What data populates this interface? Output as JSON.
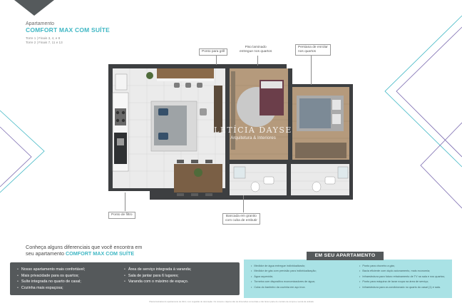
{
  "header": {
    "type": "Apartamento",
    "name": "COMFORT MAX COM SUÍTE",
    "tower1": "Torre 1 | Finais 3, 4, e 8",
    "tower2": "Torre 2 | Finais 7, 11 e 13"
  },
  "plan_labels": {
    "grill": "Ponto para grill",
    "piso_line1": "Piso laminado",
    "piso_line2": "entregue nos quartos",
    "persiana_line1": "Persiana de enrolar",
    "persiana_line2": "nos quartos",
    "filtro": "Ponto de filtro",
    "bancada_line1": "Bancada em granito",
    "bancada_line2": "com cuba de embutir"
  },
  "watermark": {
    "brand": "LETÍCIA DAYSE",
    "tagline": "Arquitetura & Interiores"
  },
  "intro": {
    "line1": "Conheça alguns diferenciais que você encontra em",
    "line2_prefix": "seu apartamento ",
    "line2_highlight": "COMFORT MAX COM SUÍTE"
  },
  "differentials_left": [
    "Nosso apartamento mais confortável;",
    "Mais privacidade para os quartos;",
    "Suíte integrada no quarto de casal;",
    "Cozinha mais espaçosa;"
  ],
  "differentials_right": [
    "Área de serviço integrada à varanda;",
    "Sala de jantar para 6 lugares;",
    "Varanda com o máximo de espaço."
  ],
  "seu_apartamento": {
    "title": "EM SEU APARTAMENTO",
    "left": [
      "Medidor de água entregue individualizado;",
      "Medidor de gás com previsão para individualização;",
      "Água aquecida;",
      "Torneira com dispositivo economizadores de água;",
      "Cuba do banheiro da cozinha em aço inox."
    ],
    "right": [
      "Ponto para chuveiro a gás;",
      "Bacia eficiente com duplo acionamento, mais economia;",
      "Infraestrutura para futuro rebaixamento de TV na sala e nos quartos;",
      "Ponto para máquina de lavar roupa na área de serviço;",
      "Infraestrutura para ar-condicionado no quarto do casal (1) e sala."
    ]
  },
  "footnote": "Planta ilustrativa do apartamento de 49m², com sugestão de decoração. Os móveis e objetos são de dimensões comerciais e não fazem parte do contrato de compra e venda da unidade.",
  "colors": {
    "accent": "#3fb7c4",
    "dark_panel": "#55595b",
    "light_panel": "#a9e2e5"
  }
}
